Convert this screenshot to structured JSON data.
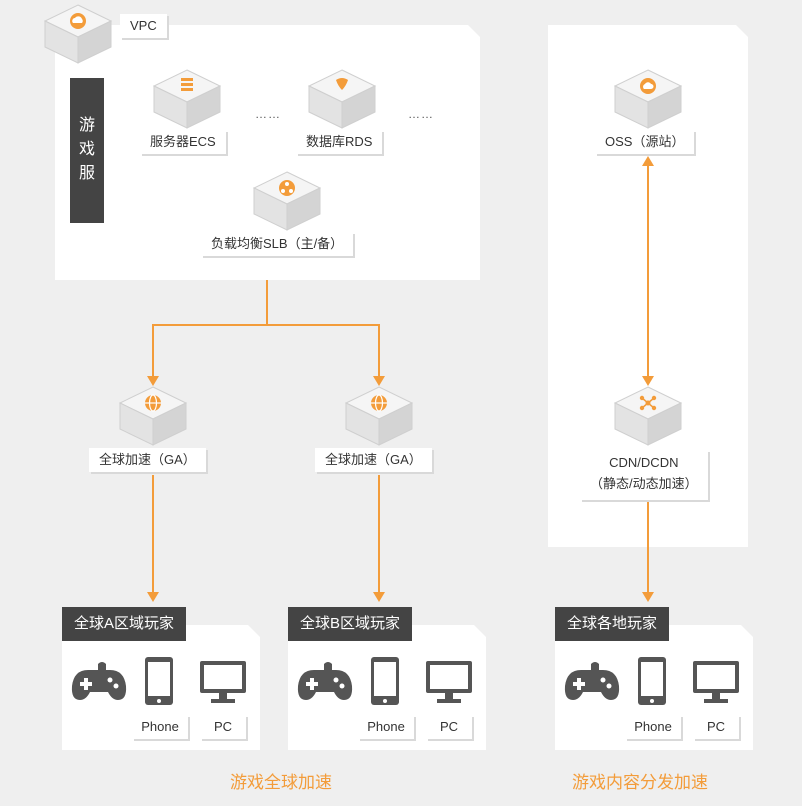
{
  "vpc": {
    "label": "VPC"
  },
  "game_server": {
    "label": "游戏服"
  },
  "ecs": {
    "label": "服务器ECS"
  },
  "rds": {
    "label": "数据库RDS"
  },
  "ellipsis": "……",
  "slb": {
    "label": "负载均衡SLB（主/备）"
  },
  "ga": [
    {
      "label": "全球加速（GA）"
    },
    {
      "label": "全球加速（GA）"
    }
  ],
  "oss": {
    "label": "OSS（源站）"
  },
  "cdn": {
    "line1": "CDN/DCDN",
    "line2": "（静态/动态加速）"
  },
  "players": [
    {
      "title": "全球A区域玩家",
      "phone": "Phone",
      "pc": "PC"
    },
    {
      "title": "全球B区域玩家",
      "phone": "Phone",
      "pc": "PC"
    },
    {
      "title": "全球各地玩家",
      "phone": "Phone",
      "pc": "PC"
    }
  ],
  "captions": {
    "global_accel": "游戏全球加速",
    "content_delivery": "游戏内容分发加速"
  },
  "colors": {
    "accent": "#f39c3a",
    "dark": "#444444",
    "icon": "#555555"
  }
}
